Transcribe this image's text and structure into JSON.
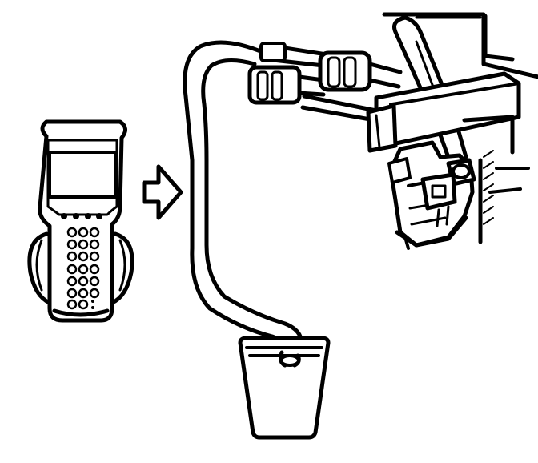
{
  "figure": {
    "kind": "line-art service illustration",
    "colors": {
      "ink": "#000000",
      "background": "#ffffff"
    },
    "parts": [
      {
        "key": "scan_tool",
        "icon": "handheld-scan-tool-icon"
      },
      {
        "key": "direction_arrow",
        "icon": "right-arrow-icon"
      },
      {
        "key": "drain_hose",
        "icon": "hose-icon"
      },
      {
        "key": "hose_coupler",
        "icon": "quick-connect-fitting-icon"
      },
      {
        "key": "fuel_rail_assembly",
        "icon": "fuel-rail-valve-icon"
      },
      {
        "key": "container",
        "icon": "cup-container-icon"
      }
    ]
  }
}
